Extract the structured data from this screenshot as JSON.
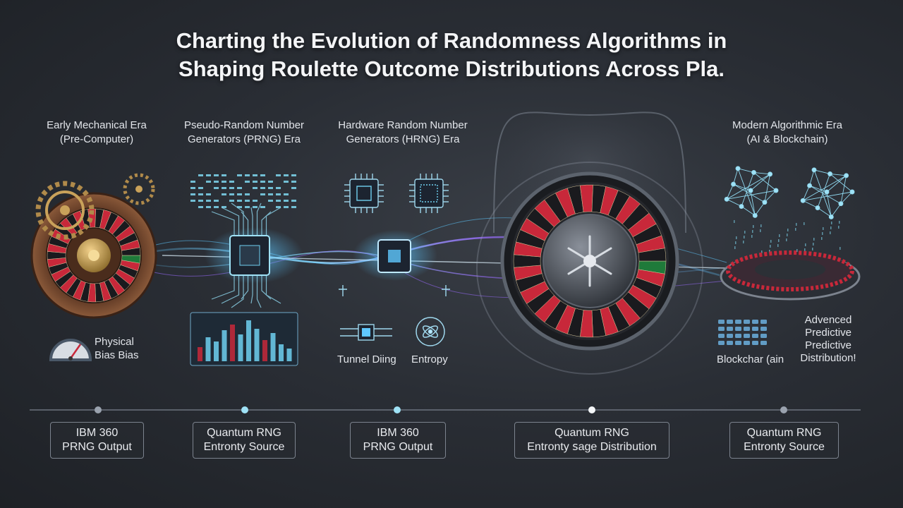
{
  "title": {
    "line1": "Charting the Evolution of Randomness Algorithms in",
    "line2": "Shaping Roulette Outcome Distributions Across Pla."
  },
  "eras": [
    {
      "line1": "Early Mechanical Era",
      "line2": "(Pre-Computer)"
    },
    {
      "line1": "Pseudo-Random Number",
      "line2": "Generators (PRNG) Era"
    },
    {
      "line1": "Hardware Random Number",
      "line2": "Generators (HRNG) Era"
    },
    {
      "line1": "Modern Algorithmic Era",
      "line2": "(AI & Blockchain)"
    }
  ],
  "captions": {
    "physical_bias": {
      "line1": "Physical",
      "line2": "Bias Bias"
    },
    "tunnel": "Tunnel Diing",
    "entropy": "Entropy",
    "blockchain": "Blockchar (ain",
    "predictive": {
      "line1": "Advenced",
      "line2": "Predictive",
      "line3": "Predictive",
      "line4": "Distribution!"
    }
  },
  "timeline_boxes": [
    {
      "line1": "IBM 360",
      "line2": "PRNG Output"
    },
    {
      "line1": "Quantum RNG",
      "line2": "Entronty Source"
    },
    {
      "line1": "IBM 360",
      "line2": "PRNG Output"
    },
    {
      "line1": "Quantum RNG",
      "line2": "Entronty ꜱage Distribution"
    },
    {
      "line1": "Quantum RNG",
      "line2": "Entronty Source"
    }
  ],
  "icons": {
    "gears": "gears-icon",
    "gauge": "gauge-icon",
    "chip": "microchip-icon",
    "network": "neural-network-icon",
    "atom": "atom-icon"
  },
  "colors": {
    "wheel_red": "#c8283a",
    "wheel_black": "#1a1a1e",
    "glow_blue": "#5fc8ff",
    "glow_purple": "#9b6bff",
    "line_cyan": "#7fd8f0"
  }
}
